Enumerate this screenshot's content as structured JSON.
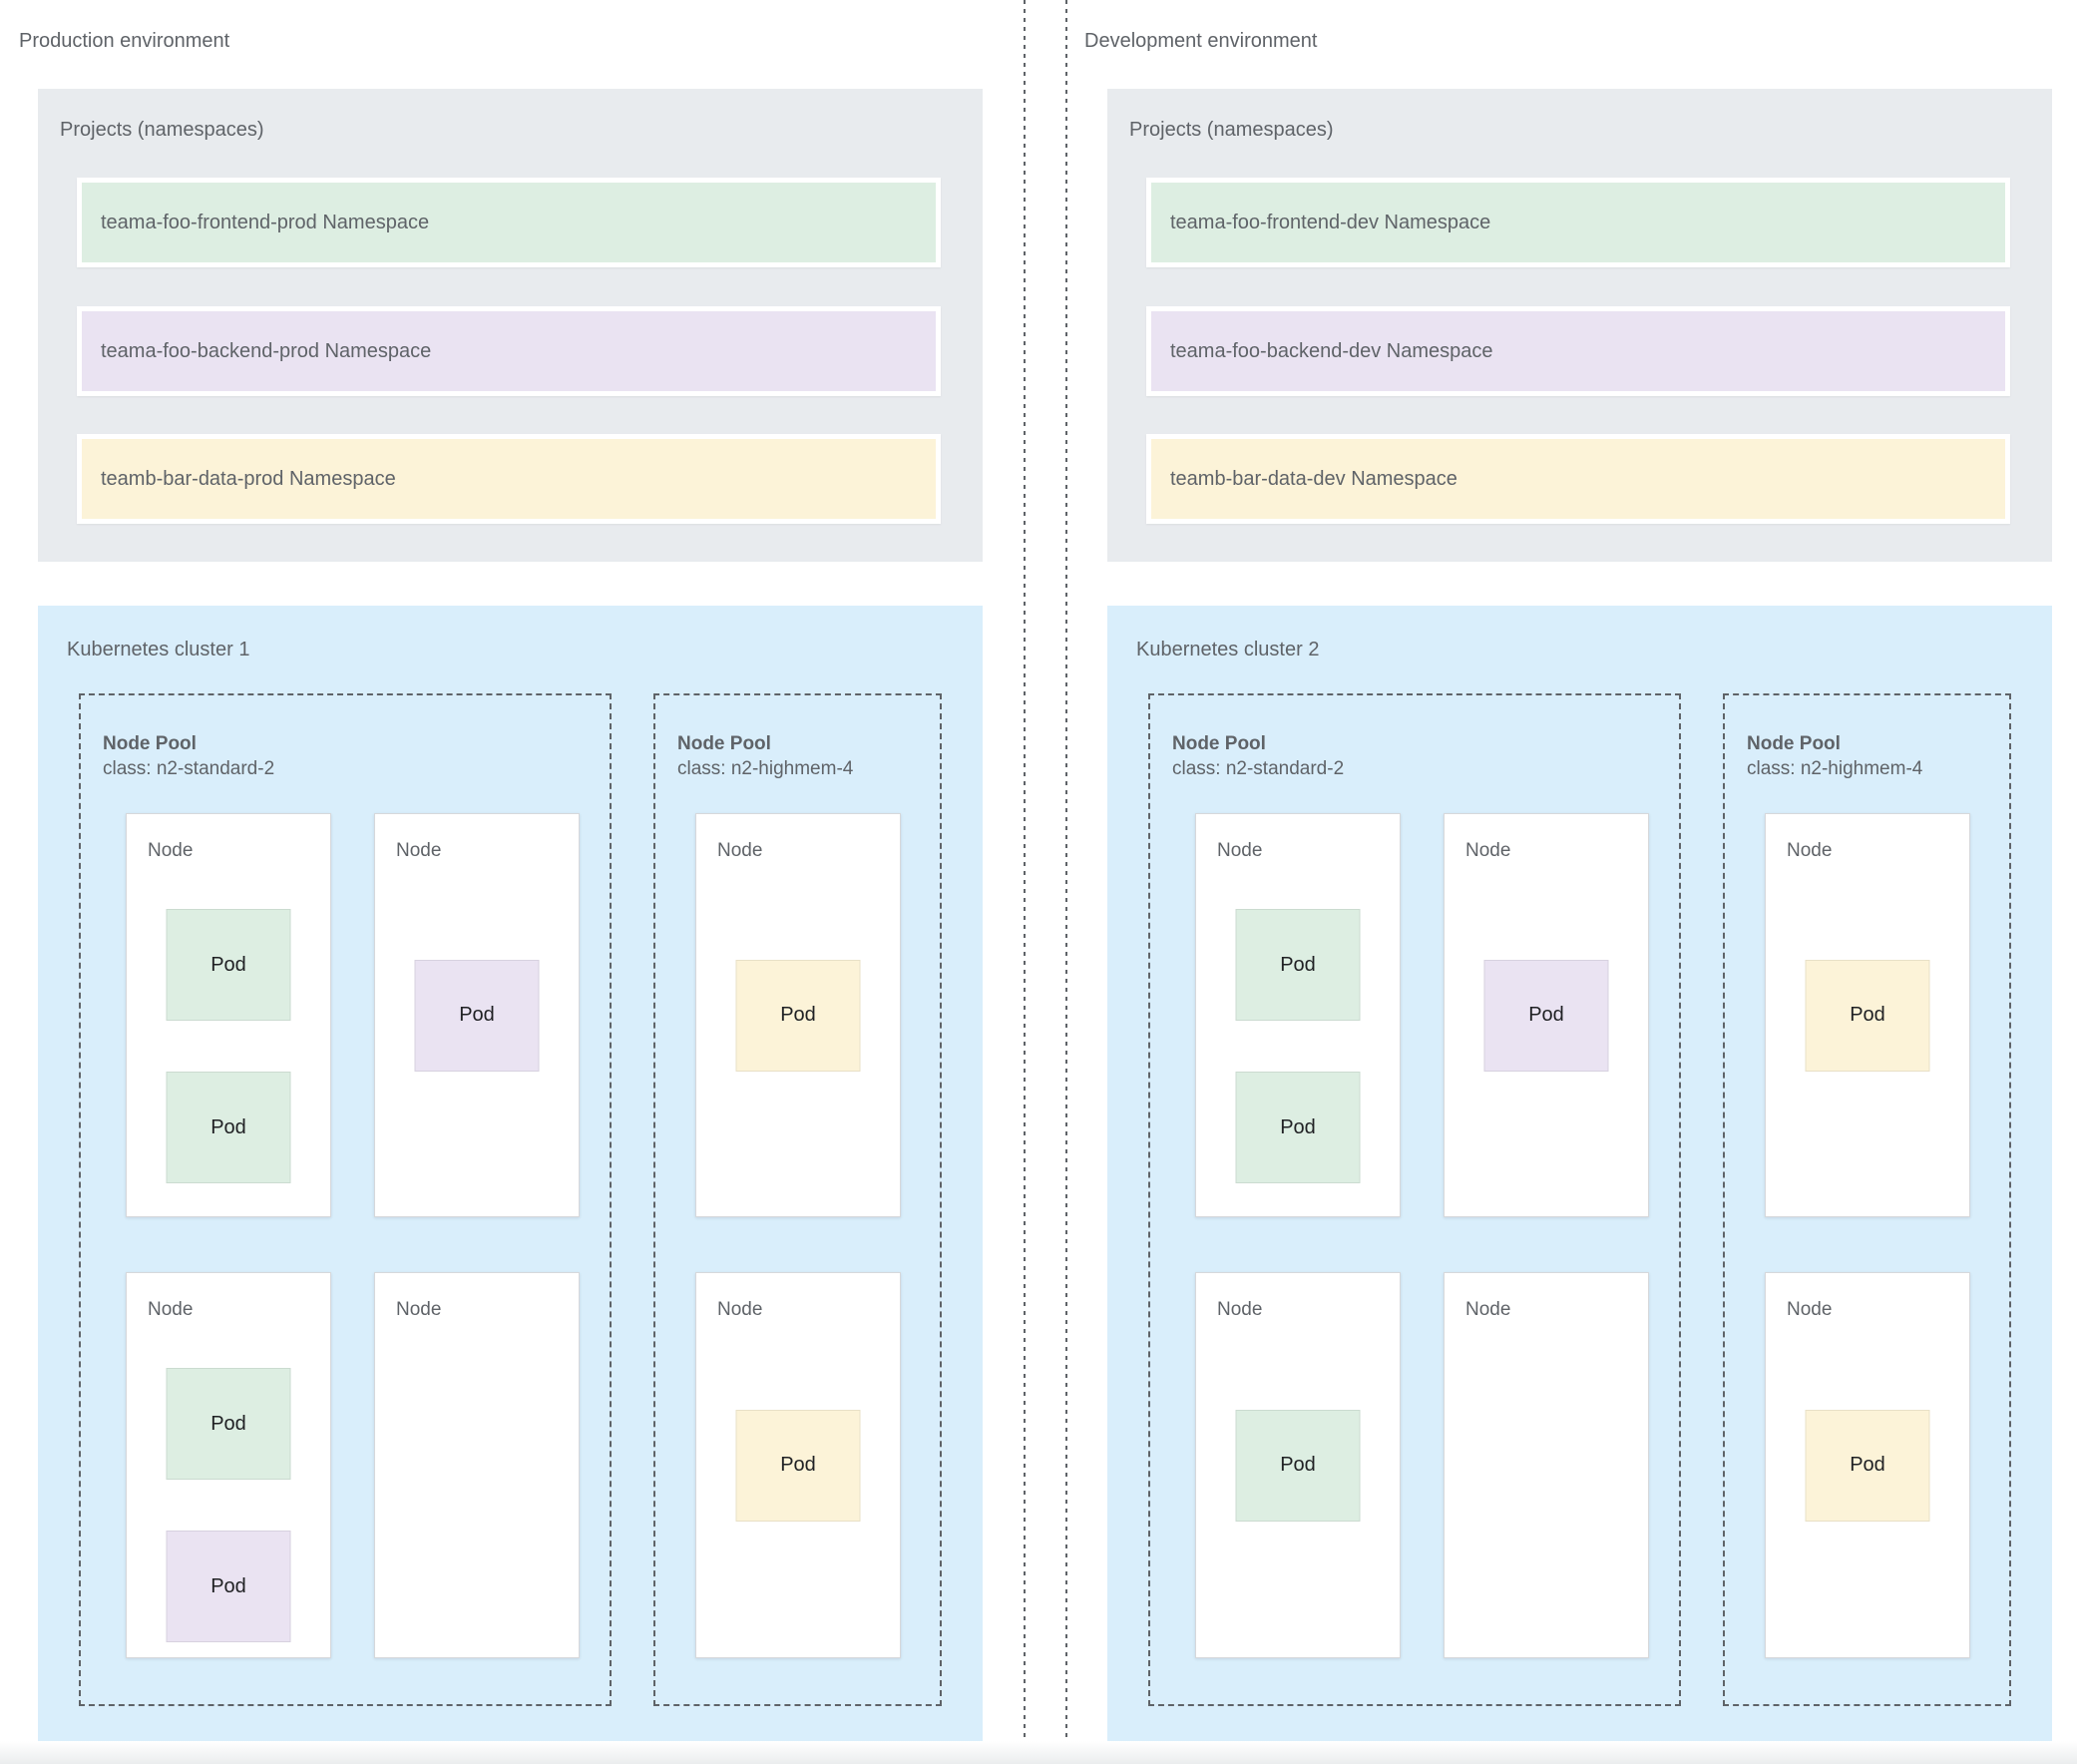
{
  "colors": {
    "namespace_green": "#ddeee2",
    "namespace_purple": "#eae3f2",
    "namespace_yellow": "#fcf3d8",
    "cluster_blue": "#d9eefb",
    "projects_gray": "#e8ebee",
    "text_gray": "#5f6368",
    "dash_gray": "#5f6368"
  },
  "environments": [
    {
      "title": "Production environment",
      "projects": {
        "title": "Projects (namespaces)",
        "namespaces": [
          {
            "label": "teama-foo-frontend-prod Namespace",
            "color": "green"
          },
          {
            "label": "teama-foo-backend-prod Namespace",
            "color": "purple"
          },
          {
            "label": "teamb-bar-data-prod Namespace",
            "color": "yellow"
          }
        ]
      },
      "cluster": {
        "title": "Kubernetes cluster 1",
        "node_pools": [
          {
            "title": "Node Pool",
            "class_label": "class: n2-standard-2",
            "nodes": [
              {
                "label": "Node",
                "pods": [
                  {
                    "label": "Pod",
                    "color": "green"
                  },
                  {
                    "label": "Pod",
                    "color": "green"
                  }
                ]
              },
              {
                "label": "Node",
                "pods": [
                  {
                    "label": "Pod",
                    "color": "purple"
                  }
                ]
              },
              {
                "label": "Node",
                "pods": [
                  {
                    "label": "Pod",
                    "color": "green"
                  },
                  {
                    "label": "Pod",
                    "color": "purple"
                  }
                ]
              },
              {
                "label": "Node",
                "pods": []
              }
            ]
          },
          {
            "title": "Node Pool",
            "class_label": "class: n2-highmem-4",
            "nodes": [
              {
                "label": "Node",
                "pods": [
                  {
                    "label": "Pod",
                    "color": "yellow"
                  }
                ]
              },
              {
                "label": "Node",
                "pods": [
                  {
                    "label": "Pod",
                    "color": "yellow"
                  }
                ]
              }
            ]
          }
        ]
      }
    },
    {
      "title": "Development environment",
      "projects": {
        "title": "Projects (namespaces)",
        "namespaces": [
          {
            "label": "teama-foo-frontend-dev Namespace",
            "color": "green"
          },
          {
            "label": "teama-foo-backend-dev Namespace",
            "color": "purple"
          },
          {
            "label": "teamb-bar-data-dev Namespace",
            "color": "yellow"
          }
        ]
      },
      "cluster": {
        "title": "Kubernetes cluster 2",
        "node_pools": [
          {
            "title": "Node Pool",
            "class_label": "class: n2-standard-2",
            "nodes": [
              {
                "label": "Node",
                "pods": [
                  {
                    "label": "Pod",
                    "color": "green"
                  },
                  {
                    "label": "Pod",
                    "color": "green"
                  }
                ]
              },
              {
                "label": "Node",
                "pods": [
                  {
                    "label": "Pod",
                    "color": "purple"
                  }
                ]
              },
              {
                "label": "Node",
                "pods": [
                  {
                    "label": "Pod",
                    "color": "green"
                  }
                ]
              },
              {
                "label": "Node",
                "pods": []
              }
            ]
          },
          {
            "title": "Node Pool",
            "class_label": "class: n2-highmem-4",
            "nodes": [
              {
                "label": "Node",
                "pods": [
                  {
                    "label": "Pod",
                    "color": "yellow"
                  }
                ]
              },
              {
                "label": "Node",
                "pods": [
                  {
                    "label": "Pod",
                    "color": "yellow"
                  }
                ]
              }
            ]
          }
        ]
      }
    }
  ]
}
